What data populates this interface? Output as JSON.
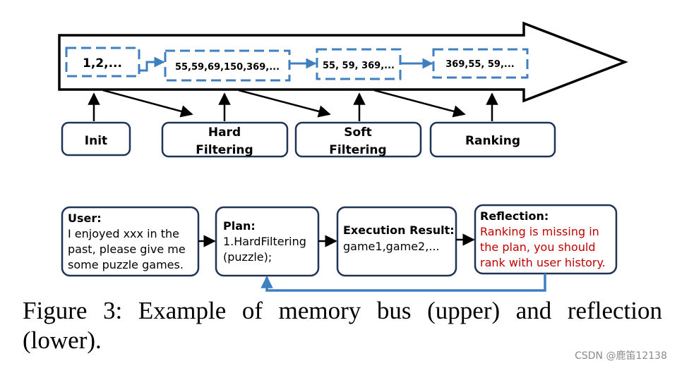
{
  "upper": {
    "bus_values": [
      "1,2,...",
      "55,59,69,150,369,...",
      "55, 59, 369,...",
      "369,55, 59,..."
    ],
    "stages": [
      {
        "lines": [
          "Init"
        ]
      },
      {
        "lines": [
          "Hard",
          "Filtering"
        ]
      },
      {
        "lines": [
          "Soft",
          "Filtering"
        ]
      },
      {
        "lines": [
          "Ranking"
        ]
      }
    ]
  },
  "lower": {
    "user": {
      "title": "User:",
      "lines": [
        "I enjoyed xxx in the",
        "past, please give me",
        "some puzzle games."
      ]
    },
    "plan": {
      "title": "Plan:",
      "lines": [
        "1.HardFiltering",
        "(puzzle);"
      ]
    },
    "execution": {
      "title": "Execution Result:",
      "lines": [
        "game1,game2,..."
      ]
    },
    "reflection": {
      "title": "Reflection:",
      "lines": [
        "Ranking is missing in",
        "the plan, you should",
        "rank with user history."
      ]
    }
  },
  "caption": "Figure 3: Example of memory bus (upper) and reflection (lower).",
  "watermark": "CSDN @鹿笛12138",
  "colors": {
    "accent_blue": "#3d7fc1",
    "dark_navy": "#1f3355",
    "reflection_red": "#c00000"
  }
}
